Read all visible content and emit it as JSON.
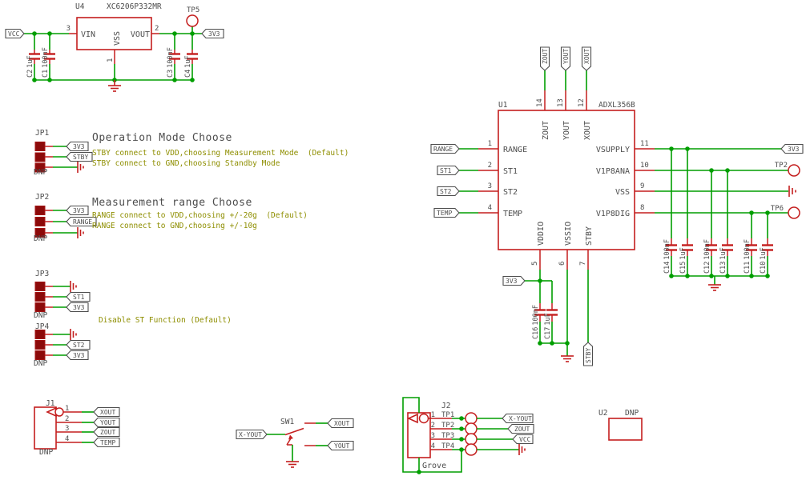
{
  "colors": {
    "wire_green": "#009e00",
    "part_red": "#c41e1e",
    "pad_maroon": "#8c0a0a",
    "label_gray": "#4d4d4d",
    "note_olive": "#8e8e00"
  },
  "regulator": {
    "ref": "U4",
    "part": "XC6206P332MR",
    "vin": "VIN",
    "vss": "VSS",
    "vout": "VOUT",
    "pin1": "1",
    "pin2": "2",
    "pin3": "3",
    "vcc_flag": "VCC",
    "out_flag": "3V3",
    "tp5": "TP5",
    "c2": {
      "name": "C2",
      "value": "1uF"
    },
    "c1": {
      "name": "C1",
      "value": "100nF"
    },
    "c3": {
      "name": "C3",
      "value": "100nF"
    },
    "c4": {
      "name": "C4",
      "value": "1uF"
    }
  },
  "jp1": {
    "ref": "JP1",
    "dnp": "DNP",
    "flag1": "3V3",
    "flag2": "STBY",
    "title": "Operation Mode Choose",
    "note1": "STBY connect to VDD,choosing Measurement Mode  (Default)",
    "note2": "STBY connect to GND,choosing Standby Mode"
  },
  "jp2": {
    "ref": "JP2",
    "dnp": "DNP",
    "flag1": "3V3",
    "flag2": "RANGE",
    "title": "Measurement range Choose",
    "note1": "RANGE connect to VDD,choosing +/-20g  (Default)",
    "note2": "RANGE connect to GND,choosing +/-10g"
  },
  "jp3": {
    "ref": "JP3",
    "dnp": "DNP",
    "flag2": "ST1",
    "flag3": "3V3"
  },
  "jp4": {
    "ref": "JP4",
    "dnp": "DNP",
    "flag2": "ST2",
    "flag3": "3V3",
    "note": "Disable ST Function (Default)"
  },
  "j1": {
    "ref": "J1",
    "dnp": "DNP",
    "pins": [
      {
        "num": "1",
        "flag": "XOUT"
      },
      {
        "num": "2",
        "flag": "YOUT"
      },
      {
        "num": "3",
        "flag": "ZOUT"
      },
      {
        "num": "4",
        "flag": "TEMP"
      }
    ]
  },
  "sw1": {
    "ref": "SW1",
    "in_flag": "X-YOUT",
    "top_flag": "XOUT",
    "bot_flag": "YOUT"
  },
  "j2": {
    "ref": "J2",
    "label": "Grove",
    "pins": [
      {
        "num": "1",
        "tp": "TP1",
        "flag": "X-YOUT"
      },
      {
        "num": "2",
        "tp": "TP2",
        "flag": "ZOUT"
      },
      {
        "num": "3",
        "tp": "TP3",
        "flag": "VCC"
      },
      {
        "num": "4",
        "tp": "TP4"
      }
    ]
  },
  "u2": {
    "ref": "U2",
    "dnp": "DNP"
  },
  "u1": {
    "ref": "U1",
    "part": "ADXL356B",
    "left": [
      {
        "num": "1",
        "name": "RANGE",
        "flag": "RANGE"
      },
      {
        "num": "2",
        "name": "ST1",
        "flag": "ST1"
      },
      {
        "num": "3",
        "name": "ST2",
        "flag": "ST2"
      },
      {
        "num": "4",
        "name": "TEMP",
        "flag": "TEMP"
      }
    ],
    "right": [
      {
        "num": "11",
        "name": "VSUPPLY",
        "flag": "3V3"
      },
      {
        "num": "10",
        "name": "V1P8ANA",
        "tp": "TP2"
      },
      {
        "num": "9",
        "name": "VSS"
      },
      {
        "num": "8",
        "name": "V1P8DIG",
        "tp": "TP6"
      }
    ],
    "top": [
      {
        "num": "14",
        "name": "ZOUT",
        "flag": "ZOUT"
      },
      {
        "num": "13",
        "name": "YOUT",
        "flag": "YOUT"
      },
      {
        "num": "12",
        "name": "XOUT",
        "flag": "XOUT"
      }
    ],
    "bottom": [
      {
        "num": "5",
        "name": "VDDIO"
      },
      {
        "num": "6",
        "name": "VSSIO"
      },
      {
        "num": "7",
        "name": "STBY",
        "flag": "STBY"
      }
    ],
    "vddio_flag": "3V3",
    "c16": {
      "name": "C16",
      "value": "100nF"
    },
    "c17": {
      "name": "C17",
      "value": "1uF"
    },
    "caps": [
      {
        "name": "C14",
        "value": "100nF"
      },
      {
        "name": "C15",
        "value": "1uF"
      },
      {
        "name": "C12",
        "value": "100nF"
      },
      {
        "name": "C13",
        "value": "1uF"
      },
      {
        "name": "C11",
        "value": "100nF"
      },
      {
        "name": "C10",
        "value": "1uF"
      }
    ]
  }
}
